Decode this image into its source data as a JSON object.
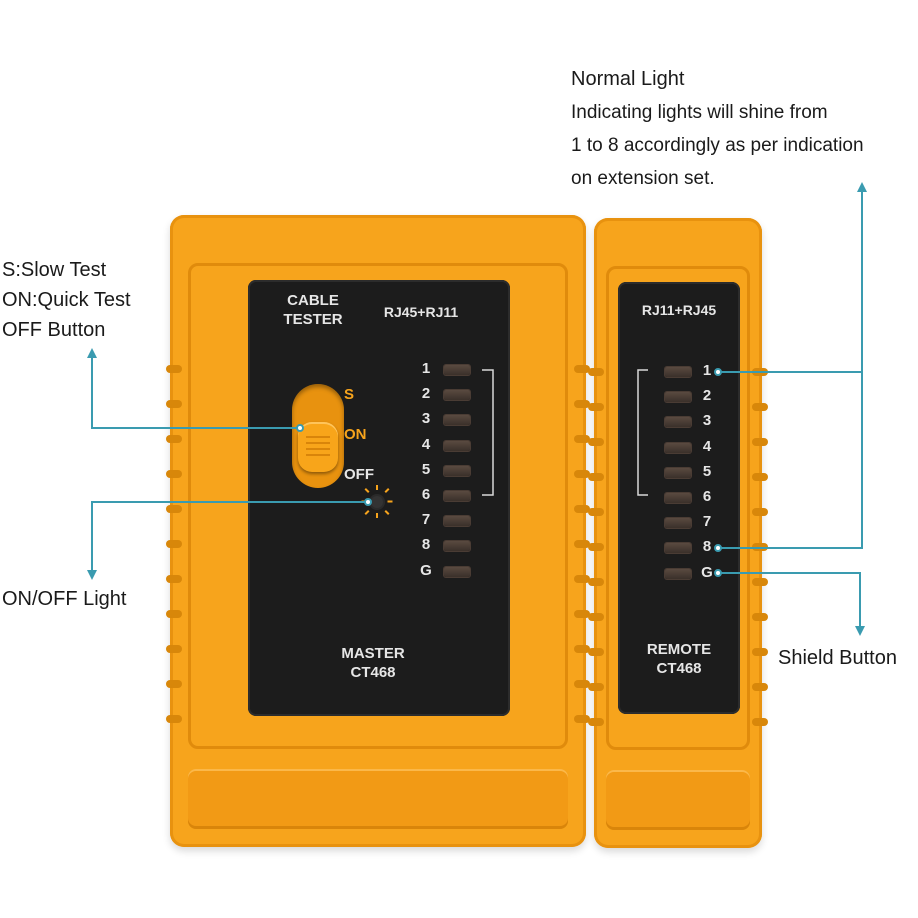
{
  "callouts": {
    "normal_light": {
      "title": "Normal Light",
      "line1": "Indicating lights will shine from",
      "line2": "1 to 8 accordingly as per indication",
      "line3": "on extension set."
    },
    "switch": {
      "line1": "S:Slow Test",
      "line2": "ON:Quick Test",
      "line3": "OFF Button"
    },
    "onoff_light": "ON/OFF Light",
    "shield": "Shield Button"
  },
  "master": {
    "cable_tester_line1": "CABLE",
    "cable_tester_line2": "TESTER",
    "ports": "RJ45+RJ11",
    "switch_labels": {
      "s": "S",
      "on": "ON",
      "off": "OFF"
    },
    "pins": [
      "1",
      "2",
      "3",
      "4",
      "5",
      "6",
      "7",
      "8",
      "G"
    ],
    "model_line1": "MASTER",
    "model_line2": "CT468"
  },
  "remote": {
    "ports": "RJ11+RJ45",
    "pins": [
      "1",
      "2",
      "3",
      "4",
      "5",
      "6",
      "7",
      "8",
      "G"
    ],
    "model_line1": "REMOTE",
    "model_line2": "CT468"
  },
  "colors": {
    "device_body": "#f7a41c",
    "panel": "#1c1c1c",
    "callout_line": "#3a9bb0"
  }
}
